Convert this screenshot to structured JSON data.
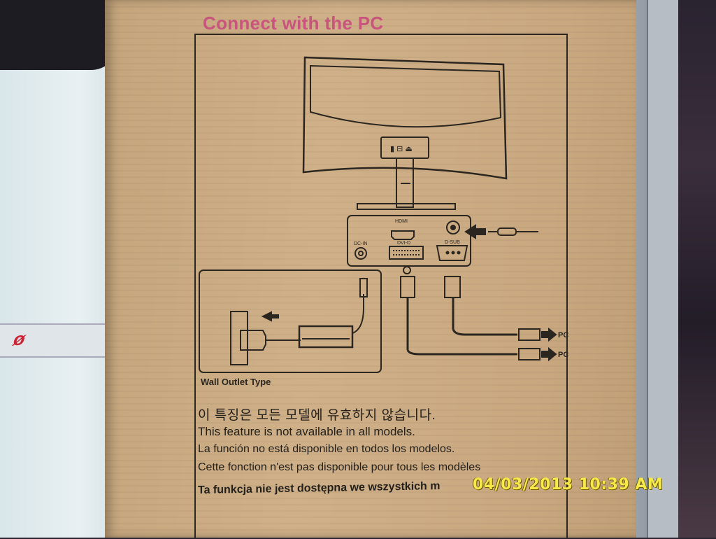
{
  "box": {
    "title": "Connect with the PC",
    "colors": {
      "title": "#c9547d",
      "cardboard": "#cbab83",
      "ink": "#2b2620",
      "timestamp": "#f7e94a"
    }
  },
  "diagram": {
    "port_labels": {
      "hdmi": "HDMI",
      "dvi": "DVI-D",
      "dsub": "D-SUB",
      "dc_in": "DC-IN"
    },
    "pc_labels": [
      "PC",
      "PC"
    ],
    "wall_outlet_label": "Wall Outlet Type"
  },
  "notices": {
    "korean": "이 특징은 모든 모델에 유효하지 않습니다.",
    "english": "This feature is not available in all models.",
    "spanish": "La función no está disponible en  todos los modelos.",
    "french": "Cette fonction n'est pas disponible pour tous les modèles",
    "polish": "Ta funkcja nie jest dostępna we wszystkich m"
  },
  "camera": {
    "timestamp": "04/03/2013 10:39 AM"
  }
}
